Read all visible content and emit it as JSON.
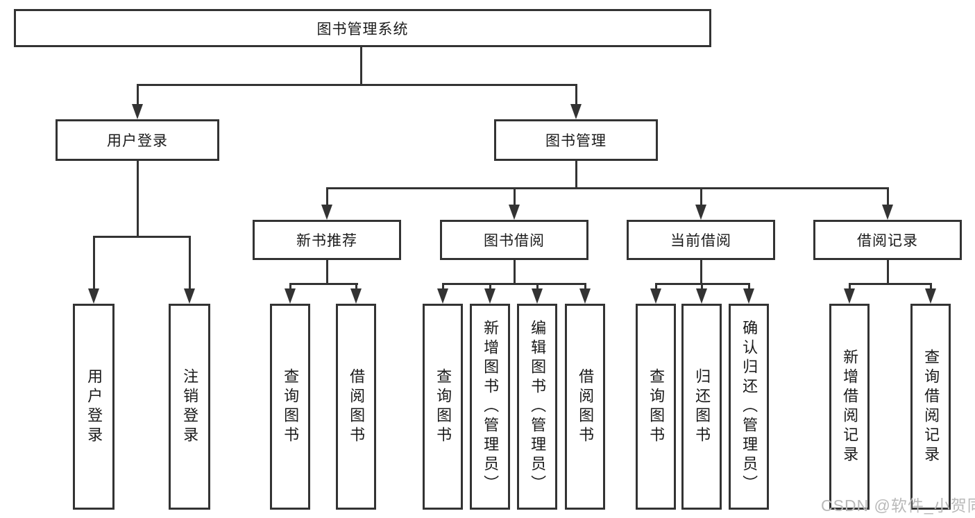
{
  "diagram": {
    "title_node": "图书管理系统",
    "level2": {
      "user_login": "用户登录",
      "book_management": "图书管理"
    },
    "level3": {
      "new_book_recommend": "新书推荐",
      "book_borrowing": "图书借阅",
      "current_borrowing": "当前借阅",
      "borrowing_records": "借阅记录"
    },
    "leaves": {
      "user_login": [
        "用户登录",
        "注销登录"
      ],
      "new_book_recommend": [
        "查询图书",
        "借阅图书"
      ],
      "book_borrowing": [
        "查询图书",
        "新增图书（管理员）",
        "编辑图书（管理员）",
        "借阅图书"
      ],
      "current_borrowing": [
        "查询图书",
        "归还图书",
        "确认归还（管理员）"
      ],
      "borrowing_records": [
        "新增借阅记录",
        "查询借阅记录"
      ]
    }
  },
  "watermark": "CSDN @软件_小贺同学",
  "colors": {
    "line": "#333333",
    "text": "#1a1a1a",
    "watermark_text": "#b9b9b9",
    "background": "#ffffff"
  }
}
